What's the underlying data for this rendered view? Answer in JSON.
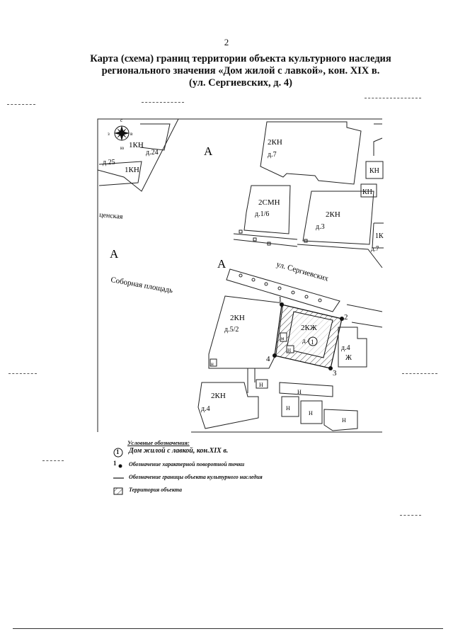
{
  "page": {
    "number": "2"
  },
  "title": {
    "line1": "Карта (схема) границ территории объекта культурного наследия",
    "line2": "регионального значения «Дом жилой с лавкой», кон. XIX в.",
    "line3": "(ул. Сергиевских, д. 4)"
  },
  "compass": {
    "n": "с",
    "s": "ю",
    "w": "з",
    "e": "в"
  },
  "map_labels": {
    "zone_a_top": "А",
    "zone_a_left": "А",
    "zone_a_mid": "А",
    "b1_cat": "1КН",
    "b1_num": "д.24",
    "b2_num": "д.25",
    "b2_cat": "1КН",
    "street_tsenskaya": "ценская",
    "square": "Соборная площадь",
    "street_sergievskih": "ул. Сергиевских",
    "b3_cat": "2КН",
    "b3_num": "д.7",
    "b4_cat": "КН",
    "b5_cat": "КН",
    "b6_cat": "2СМН",
    "b6_num": "д.1/6",
    "b7_cat": "2КН",
    "b7_num": "д.3",
    "b8_cat": "1К",
    "b8_num": "д.7",
    "b9_cat": "2КН",
    "b9_num": "д.5/2",
    "b10_cat": "2КЖ",
    "b10_num": "д.4",
    "obj_number": "1",
    "b11_num": "д.4",
    "b11_cat": "Ж",
    "b12_cat": "2КН",
    "b12_num": "д.4",
    "n_label": "Н",
    "pt1": "1",
    "pt2": "2",
    "pt3": "3",
    "pt4": "4",
    "small_a": "м",
    "small_b": "н"
  },
  "legend": {
    "title": "Условные обозначения:",
    "object": "Дом жилой с лавкой, кон.XIX в.",
    "object_num": "1",
    "point_num": "1",
    "turning_point": "Обозначение характерной поворотной точки",
    "boundary": "Обозначение границы объекта культурного наследия",
    "territory": "Территория объекта"
  }
}
